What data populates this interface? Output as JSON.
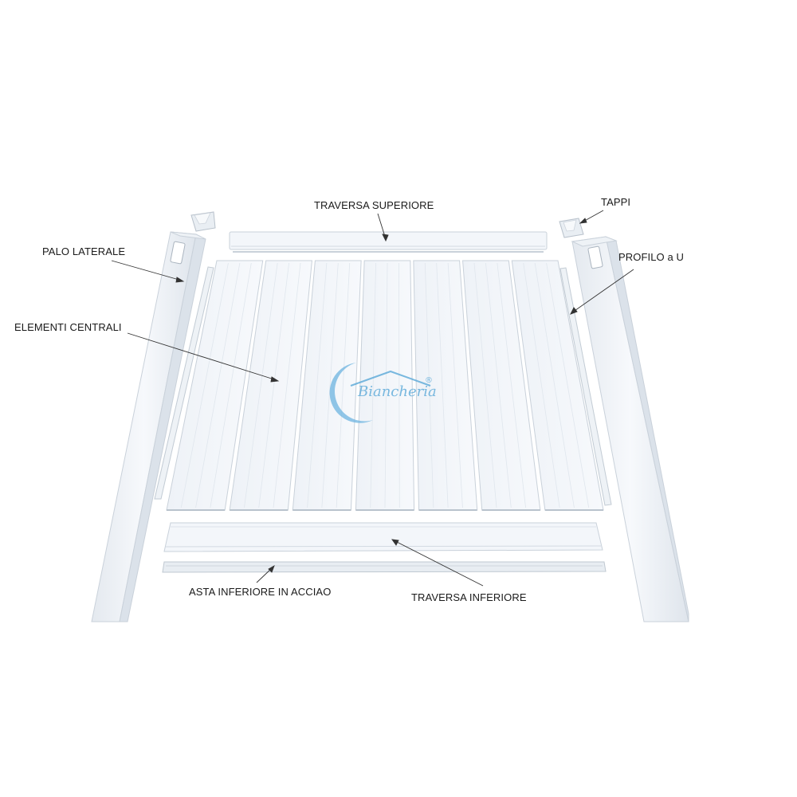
{
  "labels": {
    "traversa_superiore": "TRAVERSA SUPERIORE",
    "tappi": "TAPPI",
    "palo_laterale": "PALO LATERALE",
    "profilo_u": "PROFILO a U",
    "elementi_centrali": "ELEMENTI CENTRALI",
    "asta_inferiore": "ASTA INFERIORE IN ACCIAO",
    "traversa_inferiore": "TRAVERSA INFERIORE"
  },
  "watermark": {
    "brand_script": "Biancheria",
    "registered_mark": "®",
    "icon": "house-moon-logo-icon"
  },
  "colors": {
    "part_fill": "#f4f7fb",
    "part_edge": "#c9d1da",
    "watermark": "#4fa3d6"
  },
  "central_element_count": 7
}
